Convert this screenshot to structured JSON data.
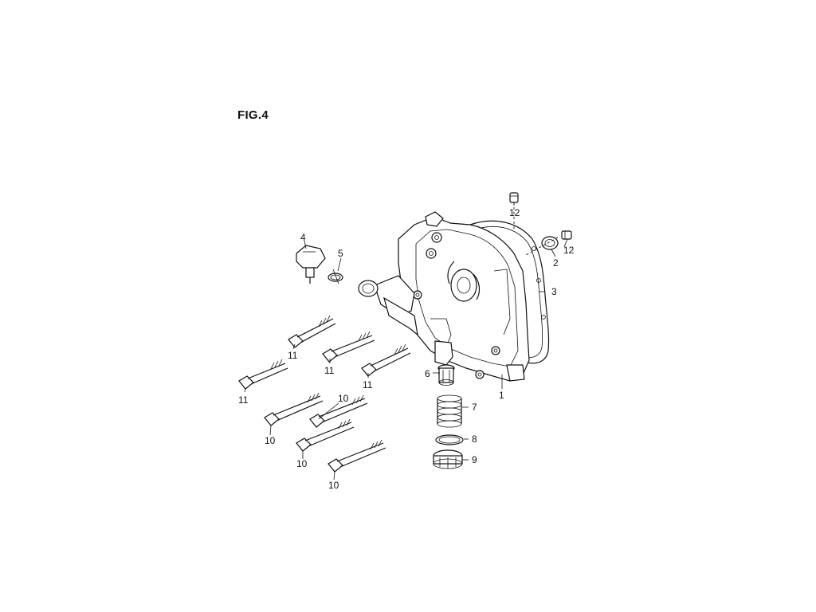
{
  "figure": {
    "title": "FIG.4"
  },
  "callouts": {
    "p1": "1",
    "p2": "2",
    "p3": "3",
    "p4": "4",
    "p5": "5",
    "p6": "6",
    "p7": "7",
    "p8": "8",
    "p9": "9",
    "p10a": "10",
    "p10b": "10",
    "p10c": "10",
    "p10d": "10",
    "p11a": "11",
    "p11b": "11",
    "p11c": "11",
    "p11d": "11",
    "p12a": "12",
    "p12b": "12"
  }
}
